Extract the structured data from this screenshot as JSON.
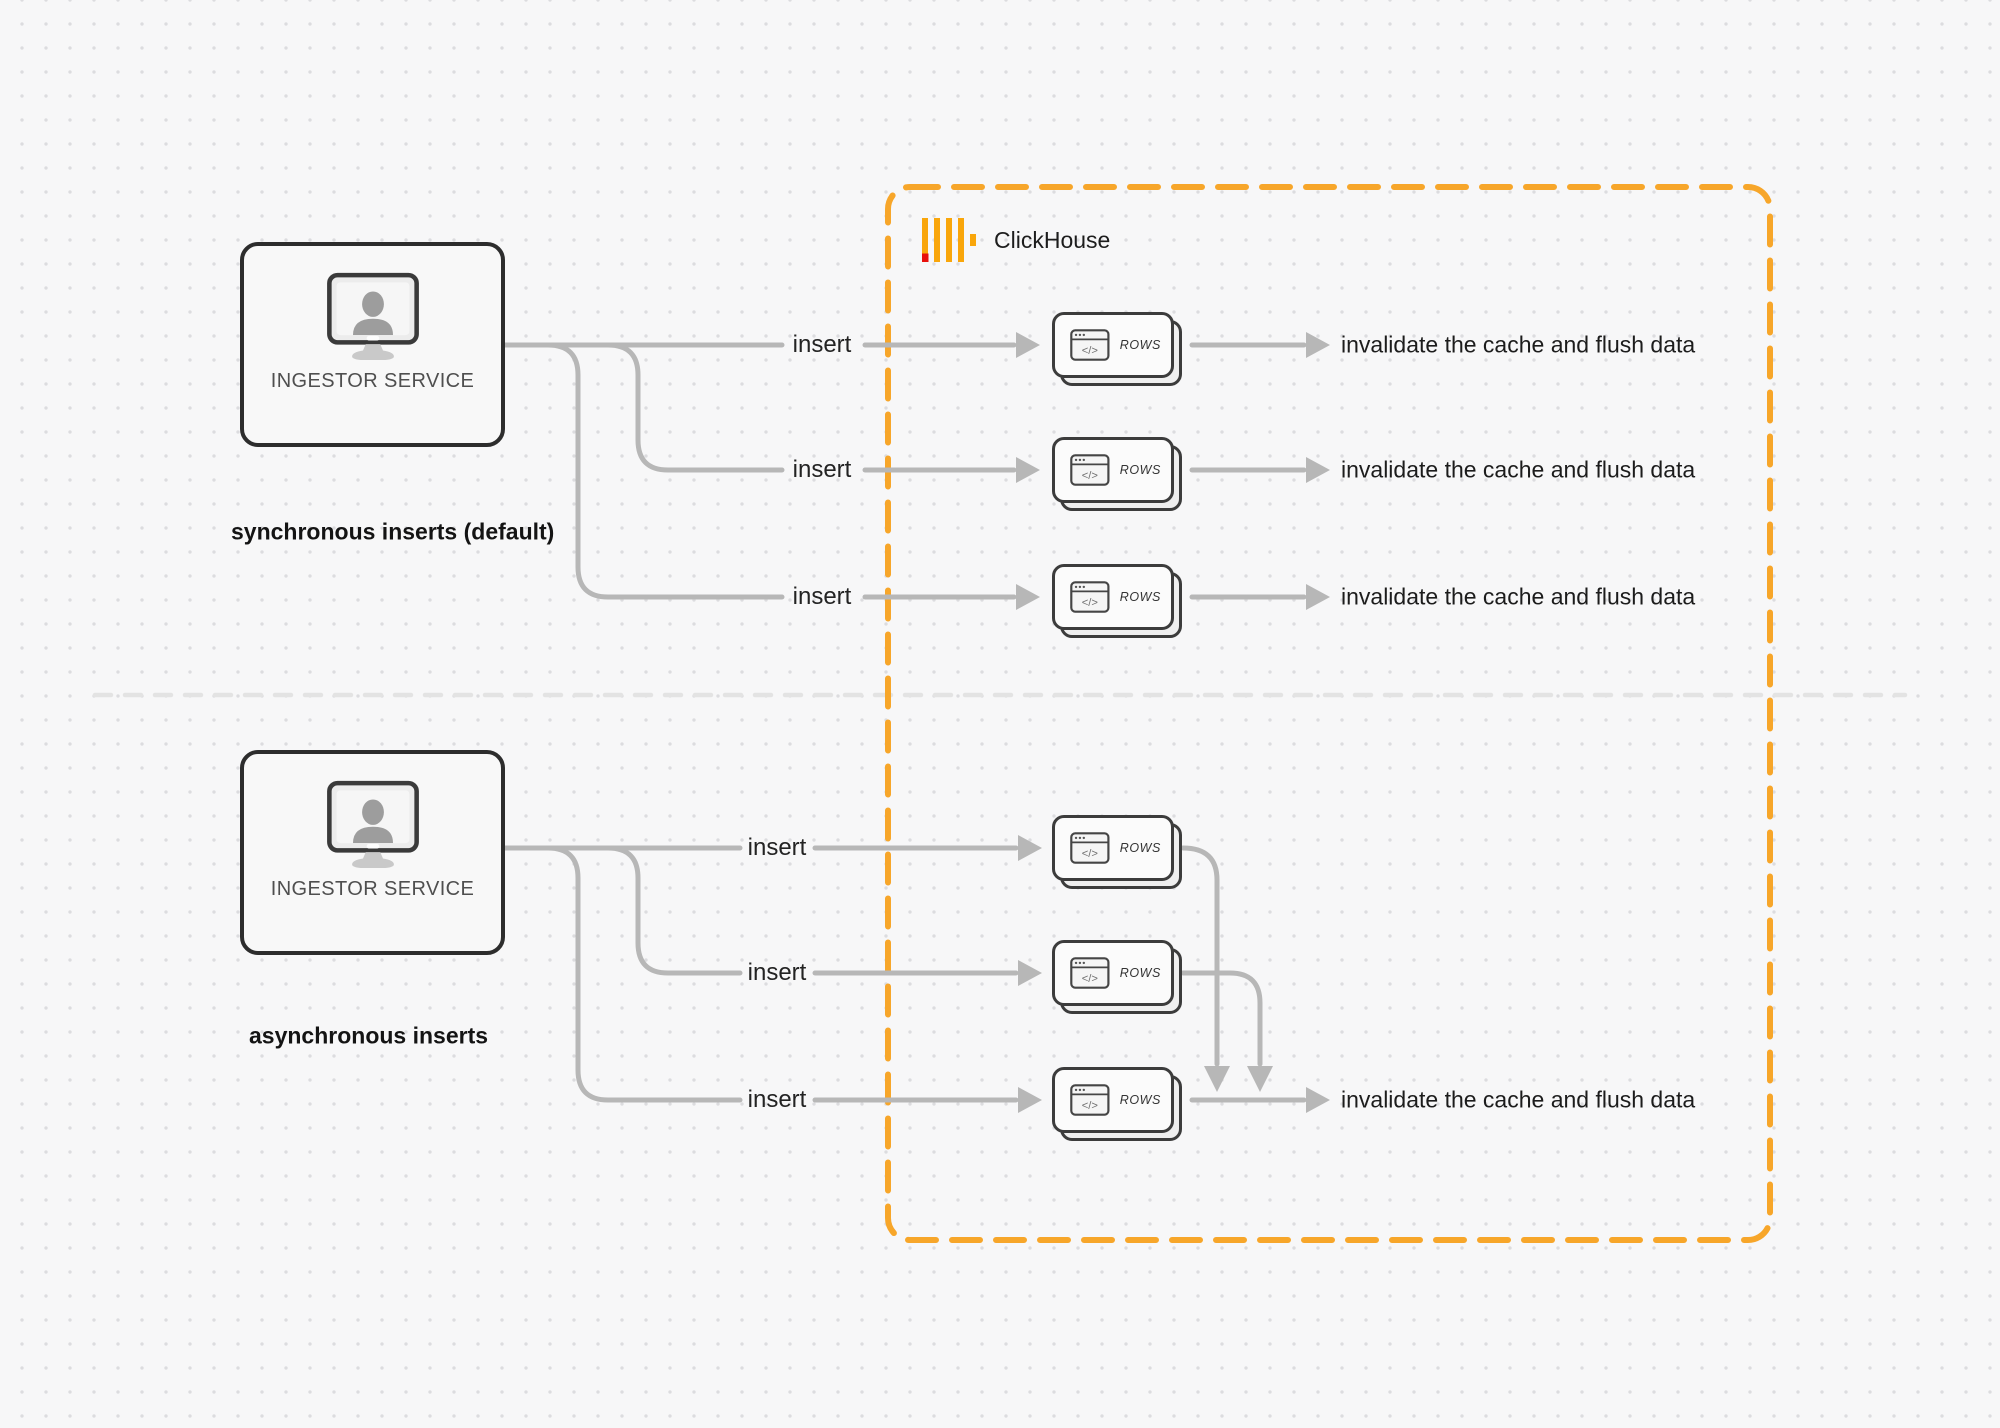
{
  "diagram": {
    "clickhouse": {
      "title": "ClickHouse",
      "logo_icon": "clickhouse-bars-logo",
      "code_glyph": "</>"
    },
    "sections": {
      "synchronous": {
        "caption": "synchronous inserts (default)",
        "ingestor": {
          "label": "INGESTOR SERVICE",
          "icon": "monitor-user-icon"
        },
        "flows": [
          {
            "insert_label": "insert",
            "table_label": "ROWS",
            "result_label": "invalidate the cache and flush data"
          },
          {
            "insert_label": "insert",
            "table_label": "ROWS",
            "result_label": "invalidate the cache and flush data"
          },
          {
            "insert_label": "insert",
            "table_label": "ROWS",
            "result_label": "invalidate the cache and flush data"
          }
        ]
      },
      "asynchronous": {
        "caption": "asynchronous inserts",
        "ingestor": {
          "label": "INGESTOR SERVICE",
          "icon": "monitor-user-icon"
        },
        "flows": [
          {
            "insert_label": "insert",
            "table_label": "ROWS"
          },
          {
            "insert_label": "insert",
            "table_label": "ROWS"
          },
          {
            "insert_label": "insert",
            "table_label": "ROWS",
            "result_label": "invalidate the cache and flush data"
          }
        ]
      }
    },
    "colors": {
      "accent_orange": "#F7A62A",
      "logo_yellow": "#F9A60B",
      "logo_red": "#E8100C",
      "wire_gray": "#B7B7B7",
      "divider_gray": "#E3E3E3"
    }
  }
}
